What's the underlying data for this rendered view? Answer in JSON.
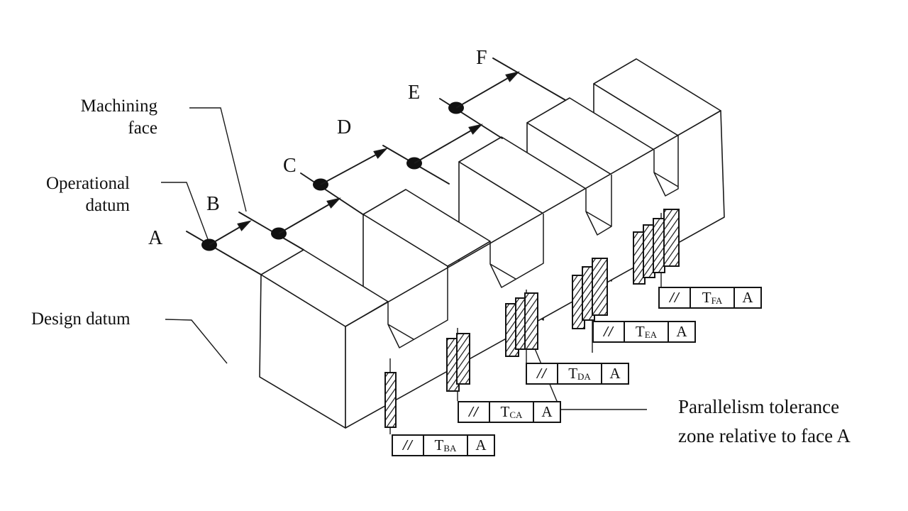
{
  "figure": {
    "labels": {
      "machining_face_line1": "Machining",
      "machining_face_line2": "face",
      "operational_datum_line1": "Operational",
      "operational_datum_line2": "datum",
      "design_datum": "Design datum",
      "parallelism_line1": "Parallelism tolerance",
      "parallelism_line2": "zone relative to face A"
    },
    "datum_points": [
      {
        "letter": "A"
      },
      {
        "letter": "B"
      },
      {
        "letter": "C"
      },
      {
        "letter": "D"
      },
      {
        "letter": "E"
      },
      {
        "letter": "F"
      }
    ],
    "frames": [
      {
        "symbol": "//",
        "tolerance_prefix": "T",
        "tolerance_subscript": "BA",
        "datum": "A"
      },
      {
        "symbol": "//",
        "tolerance_prefix": "T",
        "tolerance_subscript": "CA",
        "datum": "A"
      },
      {
        "symbol": "//",
        "tolerance_prefix": "T",
        "tolerance_subscript": "DA",
        "datum": "A"
      },
      {
        "symbol": "//",
        "tolerance_prefix": "T",
        "tolerance_subscript": "EA",
        "datum": "A"
      },
      {
        "symbol": "//",
        "tolerance_prefix": "T",
        "tolerance_subscript": "FA",
        "datum": "A"
      }
    ]
  }
}
